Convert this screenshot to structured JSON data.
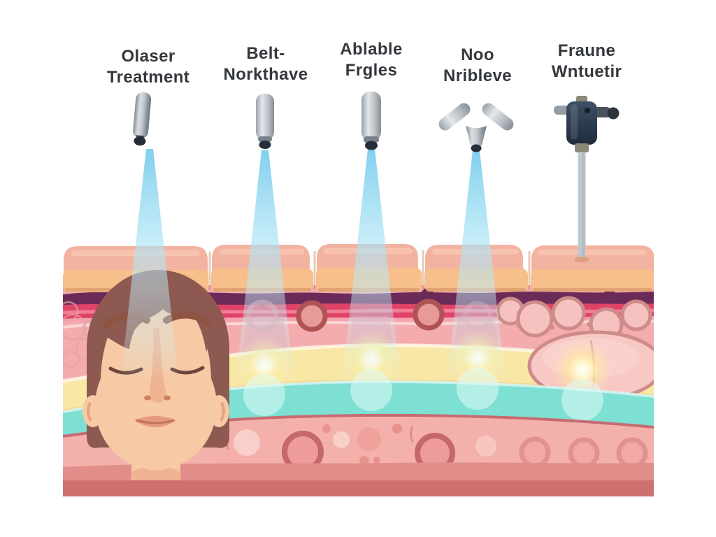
{
  "scene": {
    "background_color": "#FFFFFF",
    "treatments": [
      {
        "label_line1": "Olaser",
        "label_line2": "Treatment",
        "device_icon": "laser-handpiece-icon",
        "has_beam": true
      },
      {
        "label_line1": "Belt-",
        "label_line2": "Norkthave",
        "device_icon": "laser-handpiece-icon",
        "has_beam": true
      },
      {
        "label_line1": "Ablable",
        "label_line2": "Frgles",
        "device_icon": "laser-handpiece-icon",
        "has_beam": true
      },
      {
        "label_line1": "Noo",
        "label_line2": "Nribleve",
        "device_icon": "y-handpiece-icon",
        "has_beam": true
      },
      {
        "label_line1": "Fraune",
        "label_line2": "Wntuetir",
        "device_icon": "needle-probe-icon",
        "has_beam": false
      }
    ],
    "palette": {
      "label_text": "#34383D",
      "beam_blue": "#8AD4EE",
      "device_metal": "#C2C8CD",
      "device_dark_body": "#2C3D50",
      "epidermis_top": "#F3B3A1",
      "epidermis_front": "#F6BF8B",
      "basal_purple": "#6B2B59",
      "basal_crimson": "#E04368",
      "dermis_pink": "#F5ACAE",
      "vessel_ring_red": "#B05355",
      "collagen_yellow": "#F9E7A6",
      "glow_yellow": "#FFF7D0",
      "lipid_cyan": "#7EDFD3",
      "hypodermis_pink": "#F4B1AB",
      "cell_outline": "#CD8B89",
      "bottom_band": "#CE706E",
      "hair_brown": "#8D5951",
      "face_skin": "#F7C9A4"
    }
  }
}
